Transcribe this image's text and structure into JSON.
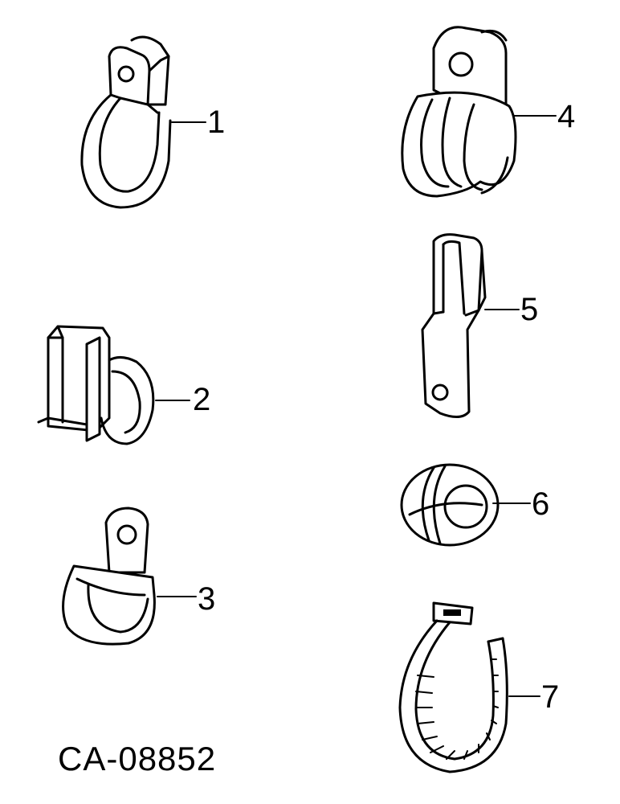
{
  "drawing_id": "CA-08852",
  "callouts": [
    "1",
    "2",
    "3",
    "4",
    "5",
    "6",
    "7"
  ],
  "parts": [
    {
      "callout": "1",
      "icon": "p-clamp-icon"
    },
    {
      "callout": "2",
      "icon": "cable-clip-icon"
    },
    {
      "callout": "3",
      "icon": "tab-clamp-icon"
    },
    {
      "callout": "4",
      "icon": "cushioned-clamp-icon"
    },
    {
      "callout": "5",
      "icon": "slotted-clip-icon"
    },
    {
      "callout": "6",
      "icon": "grommet-icon"
    },
    {
      "callout": "7",
      "icon": "cable-tie-icon"
    }
  ],
  "colors": {
    "ink": "#000000",
    "background": "#ffffff"
  }
}
